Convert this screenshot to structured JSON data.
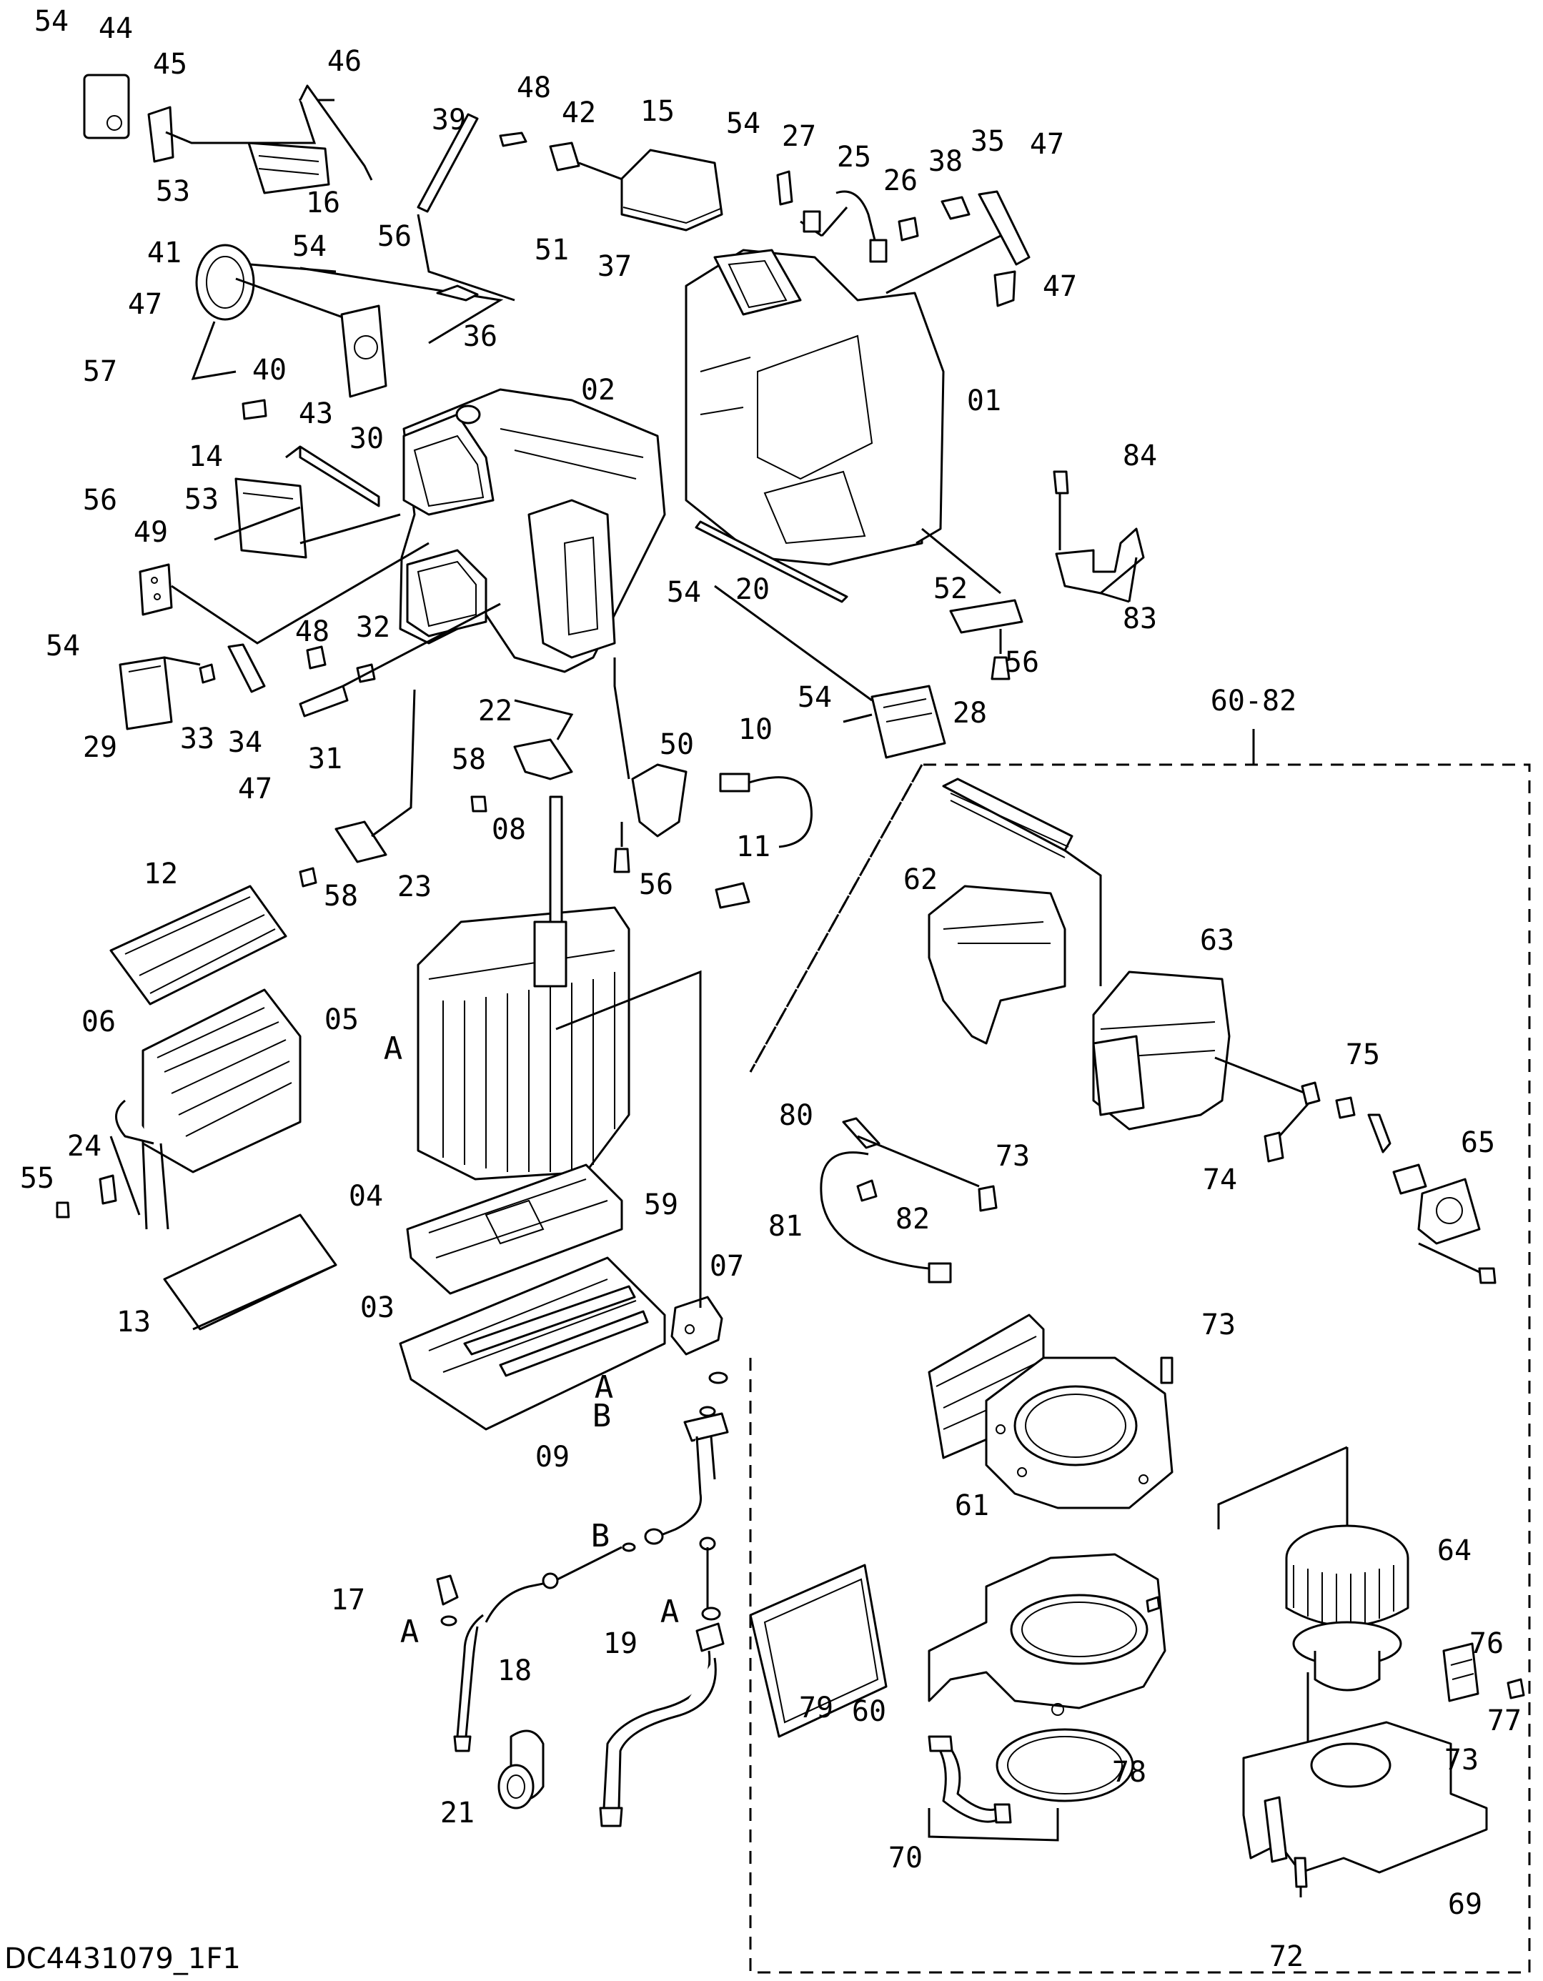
{
  "document_id": "DC4431079_1F1",
  "assembly_range_label": "60-82",
  "ref_letters": [
    "A",
    "B"
  ],
  "callouts": [
    "54",
    "44",
    "45",
    "46",
    "39",
    "48",
    "42",
    "15",
    "54",
    "27",
    "25",
    "26",
    "38",
    "35",
    "47",
    "53",
    "16",
    "41",
    "54",
    "47",
    "56",
    "51",
    "37",
    "36",
    "47",
    "57",
    "40",
    "30",
    "02",
    "01",
    "43",
    "84",
    "14",
    "53",
    "56",
    "49",
    "54",
    "20",
    "52",
    "83",
    "54",
    "48",
    "32",
    "56",
    "29",
    "33",
    "34",
    "31",
    "47",
    "22",
    "58",
    "50",
    "10",
    "54",
    "28",
    "11",
    "08",
    "58",
    "23",
    "56",
    "12",
    "62",
    "63",
    "06",
    "05",
    "A",
    "75",
    "80",
    "73",
    "65",
    "55",
    "24",
    "74",
    "81",
    "82",
    "04",
    "59",
    "07",
    "73",
    "13",
    "03",
    "A",
    "B",
    "09",
    "61",
    "64",
    "B",
    "17",
    "A",
    "18",
    "A",
    "19",
    "76",
    "79",
    "60",
    "77",
    "78",
    "21",
    "70",
    "69",
    "72",
    "73"
  ]
}
